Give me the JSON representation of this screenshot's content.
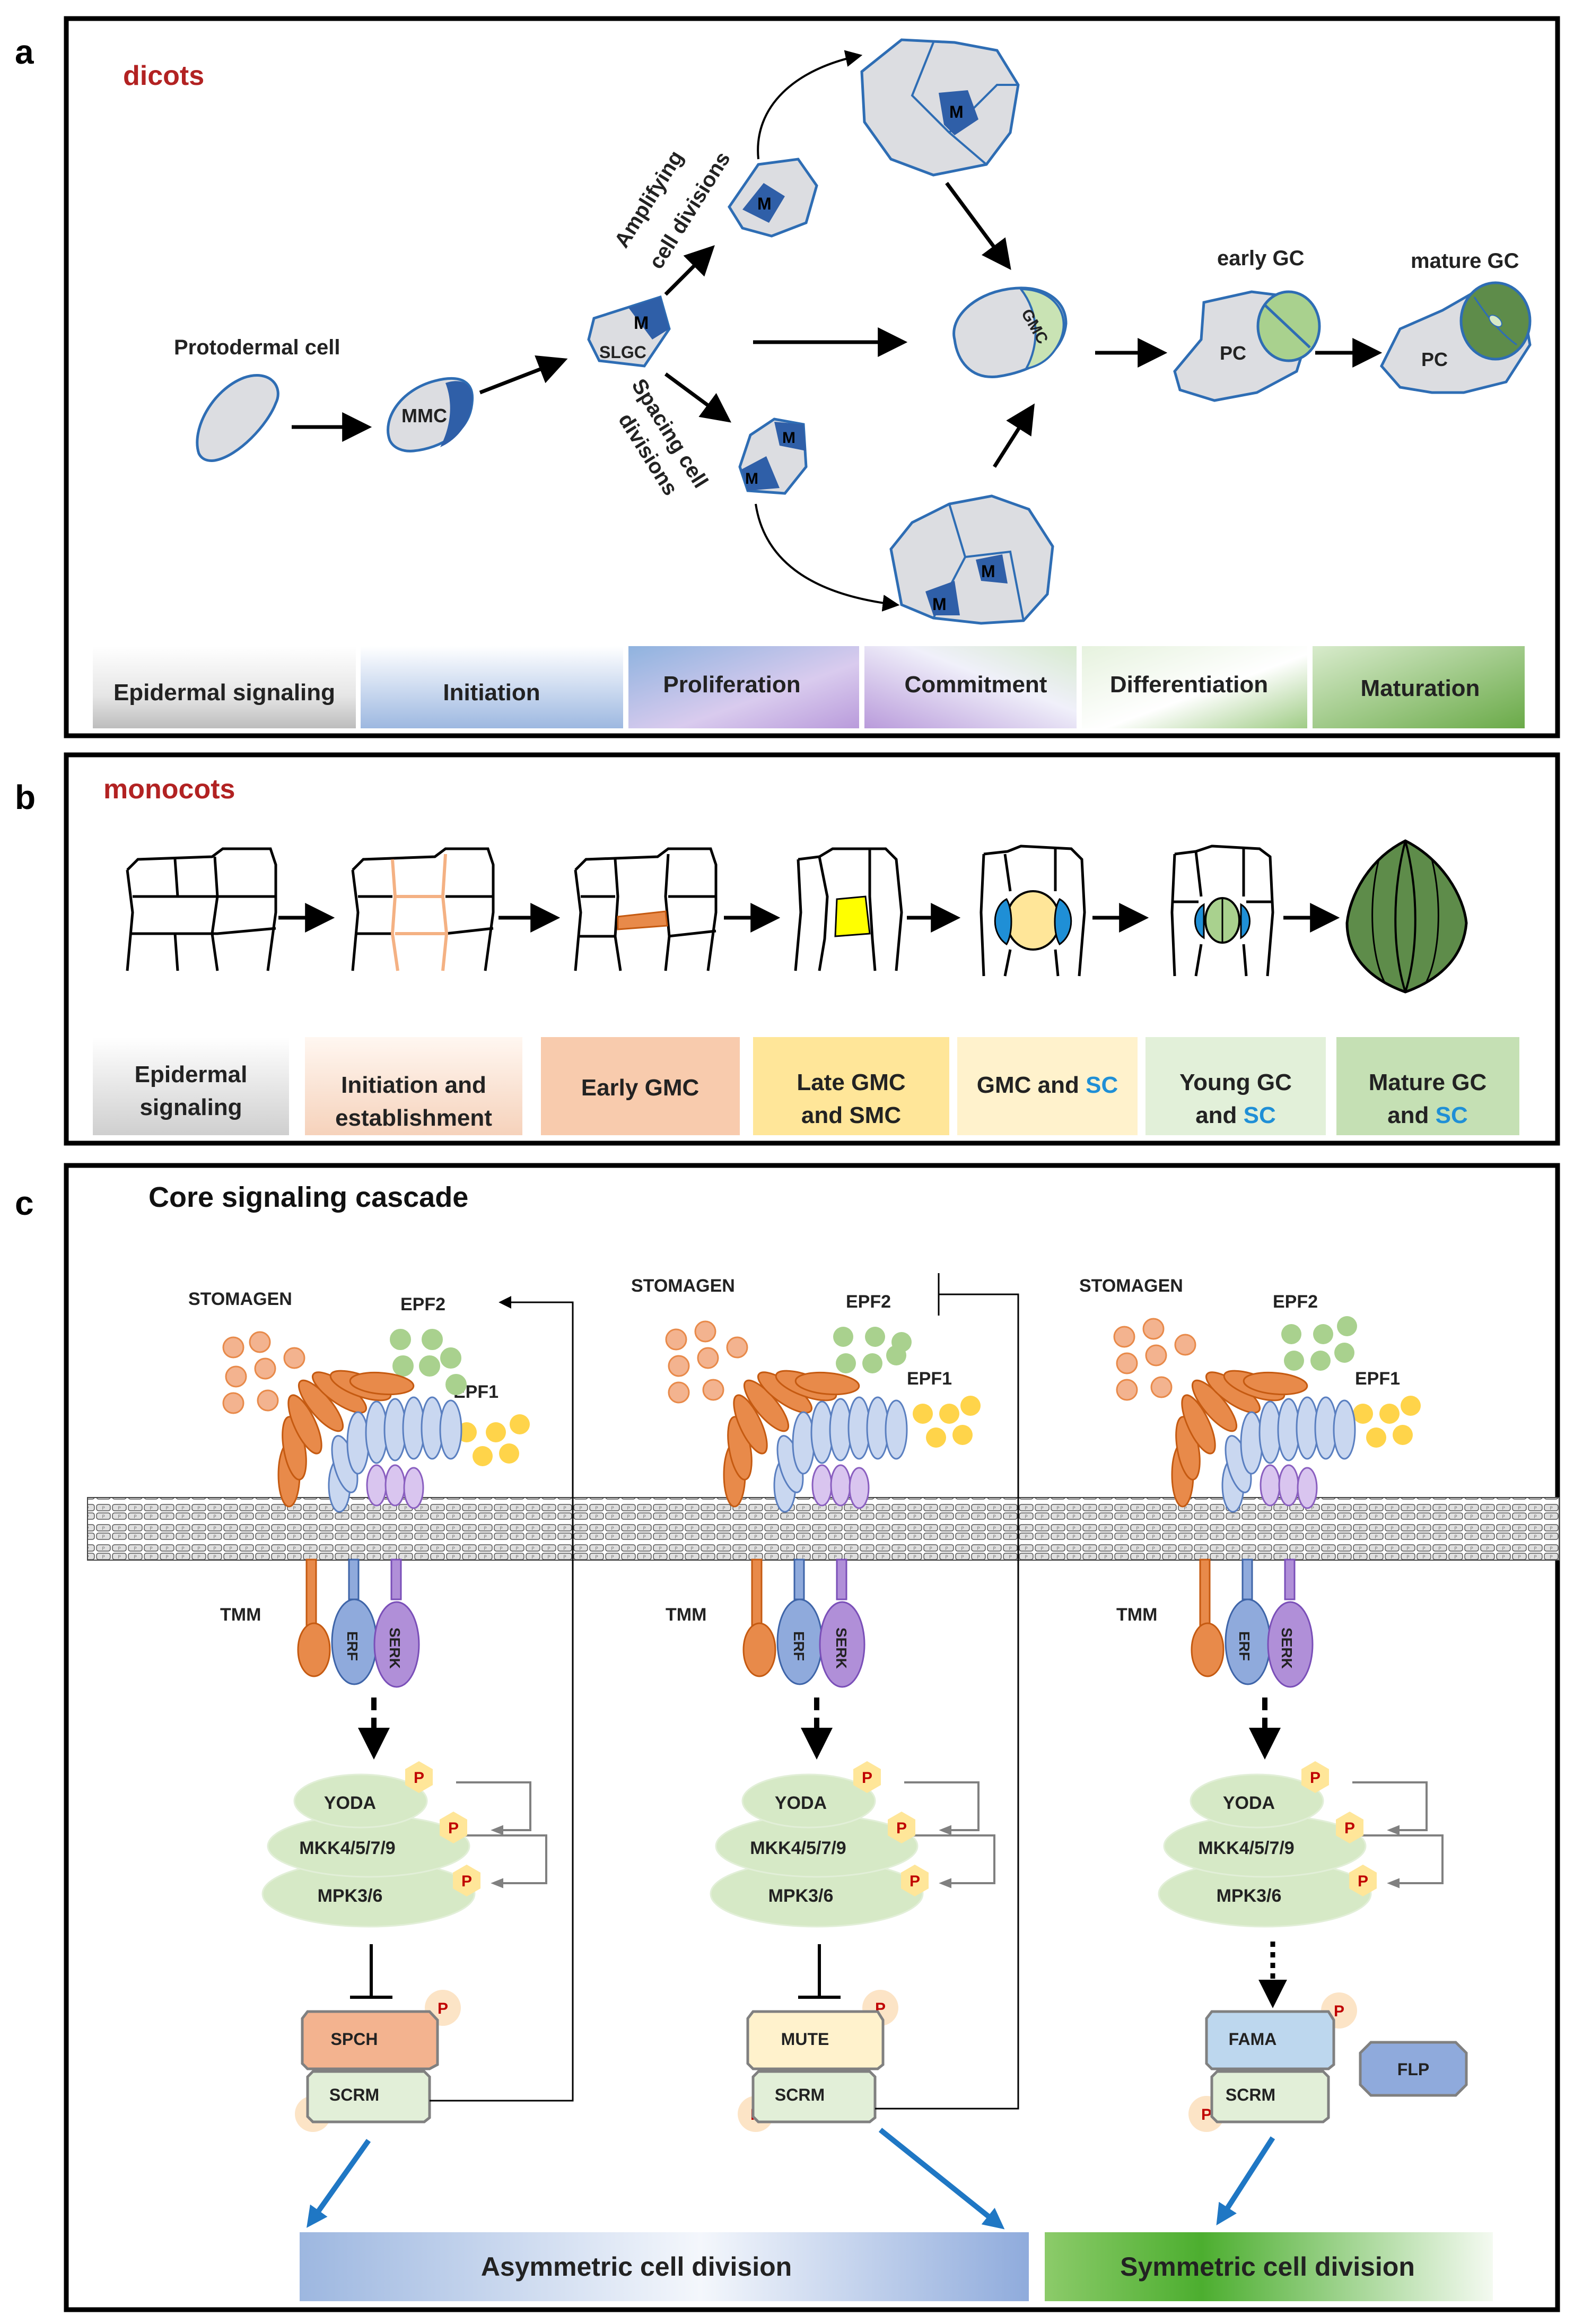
{
  "panel_a": {
    "letter": "a",
    "title": "dicots",
    "cells": {
      "protodermal": "Protodermal cell",
      "mmc": "MMC",
      "slgc": "SLGC",
      "m": "M",
      "gmc": "GMC",
      "early_gc": "early GC",
      "mature_gc": "mature  GC",
      "pc": "PC"
    },
    "branches": {
      "amplifying_1": "Amplifying",
      "amplifying_2": "cell divisions",
      "spacing_1": "Spacing cell",
      "spacing_2": "divisions"
    },
    "stages": [
      "Epidermal signaling",
      "Initiation",
      "Proliferation",
      "Commitment",
      "Differentiation",
      "Maturation"
    ]
  },
  "panel_b": {
    "letter": "b",
    "title": "monocots",
    "stages": [
      {
        "line1": "Epidermal",
        "line2": "signaling"
      },
      {
        "line1": "Initiation and",
        "line2": "establishment"
      },
      {
        "line1": "Early GMC",
        "line2": ""
      },
      {
        "line1": "Late GMC",
        "line2": "and SMC"
      },
      {
        "line1": "GMC and ",
        "sc": "SC"
      },
      {
        "line1": "Young GC",
        "line2": "and ",
        "sc": "SC"
      },
      {
        "line1": "Mature GC",
        "line2": "and ",
        "sc": "SC"
      }
    ]
  },
  "panel_c": {
    "letter": "c",
    "title": "Core signaling cascade",
    "ligands": {
      "stomagen": "STOMAGEN",
      "epf2": "EPF2",
      "epf1": "EPF1"
    },
    "receptors": {
      "tmm": "TMM",
      "erf": "ERF",
      "serk": "SERK"
    },
    "kinases": {
      "yoda": "YODA",
      "mkk": "MKK4/5/7/9",
      "mpk": "MPK3/6",
      "p": "P"
    },
    "tfs": {
      "spch": "SPCH",
      "mute": "MUTE",
      "fama": "FAMA",
      "scrm": "SCRM",
      "flp": "FLP"
    },
    "outcomes": {
      "asymmetric": "Asymmetric cell division",
      "symmetric": "Symmetric cell division"
    }
  },
  "colors": {
    "dark_red": "#b22222",
    "cell_fill": "#dcdde1",
    "cell_stroke": "#2e6db4",
    "meristemoid": "#2f5fa8",
    "orange": "#e88a4a",
    "ligand_orange": "#f3b38f",
    "ligand_green": "#a9d18e",
    "ligand_yellow": "#ffd44a",
    "erf_blue": "#8faadc",
    "serk_purple": "#b08fd8",
    "kinase_green": "#d6e9c6",
    "arrow_blue": "#1f77c4",
    "sc_blue": "#1f8fd6",
    "gc_green": "#5e8c4a"
  }
}
